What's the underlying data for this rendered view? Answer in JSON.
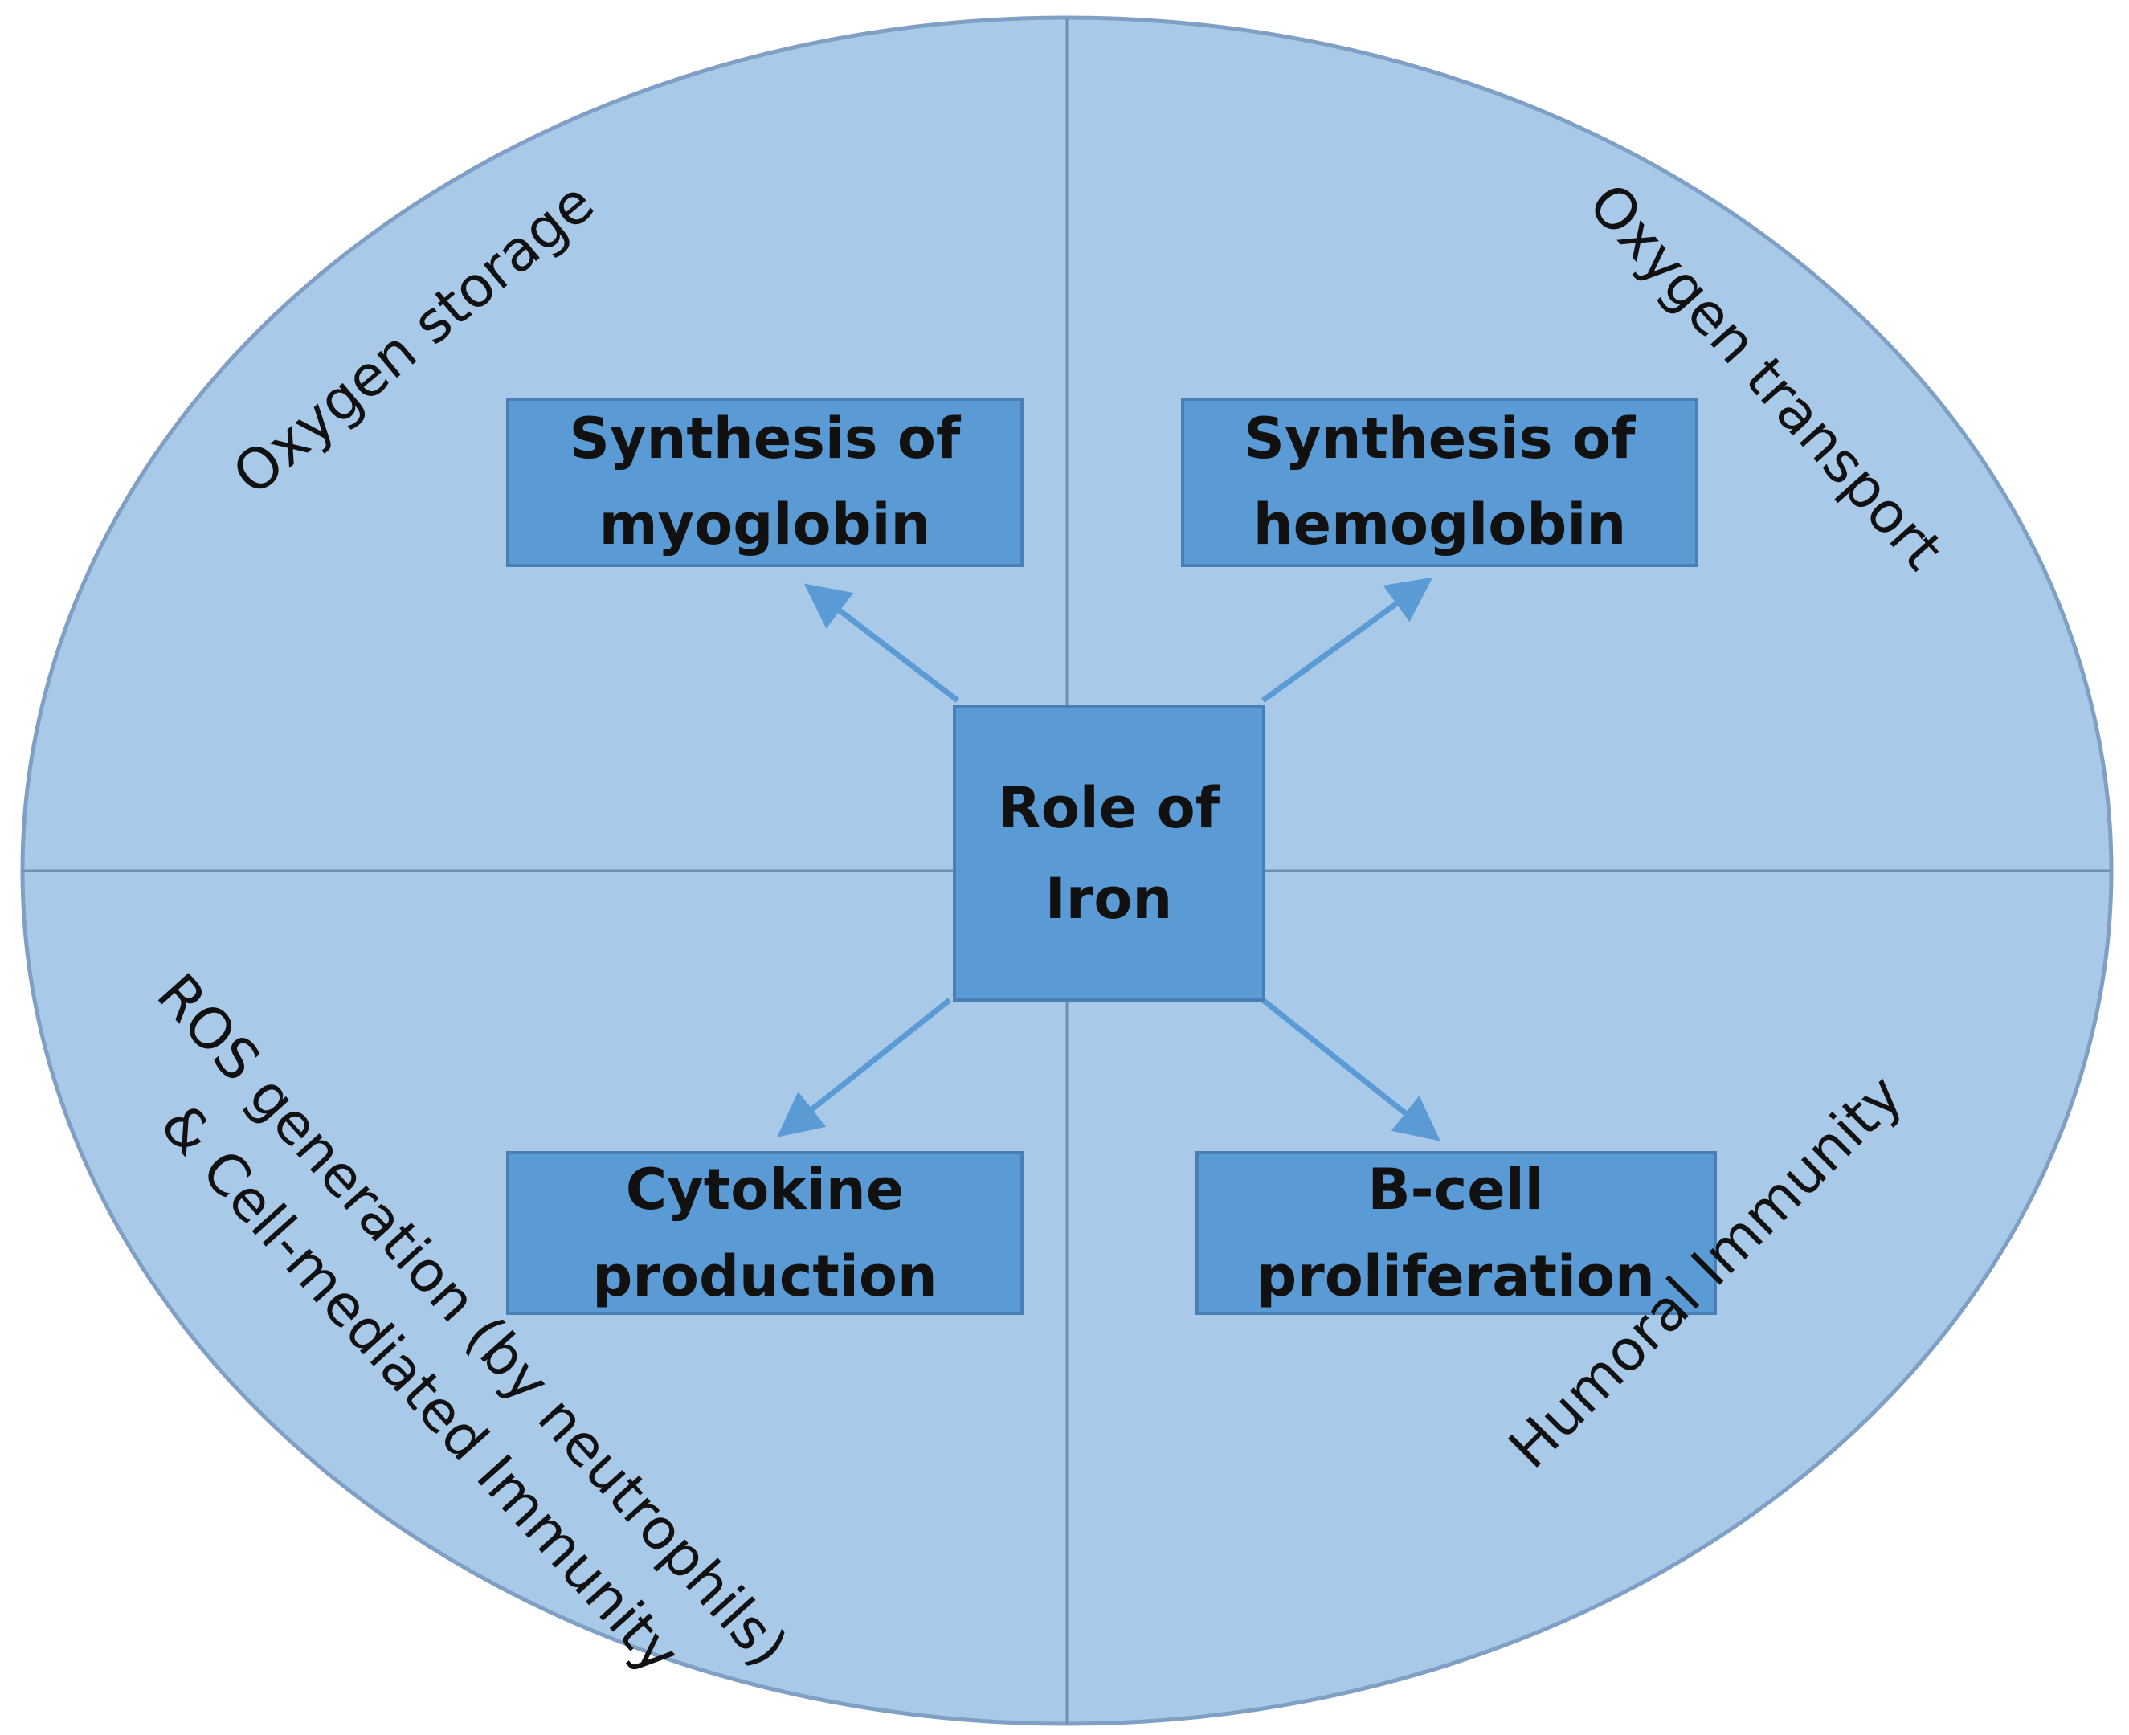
{
  "colors": {
    "ellipse_fill": "#a9c9e9",
    "ellipse_stroke": "#7f9fc4",
    "divider": "#6f8fb3",
    "box_fill": "#5b9bd5",
    "box_stroke": "#4a7fb5",
    "arrow": "#5b9bd5",
    "text": "#111111"
  },
  "center": {
    "line1": "Role of",
    "line2": "Iron"
  },
  "boxes": {
    "top_left": {
      "line1": "Synthesis of",
      "line2": "myoglobin"
    },
    "top_right": {
      "line1": "Synthesis of",
      "line2": "hemoglobin"
    },
    "bottom_left": {
      "line1": "Cytokine",
      "line2": "production"
    },
    "bottom_right": {
      "line1": "B-cell",
      "line2": "proliferation"
    }
  },
  "quadrants": {
    "top_left": "Oxygen storage",
    "top_right": "Oxygen transport",
    "bottom_left_line1": "ROS generation (by neutrophils)",
    "bottom_left_line2": "& Cell-mediated Immunity",
    "bottom_right": "Humoral Immunity"
  }
}
